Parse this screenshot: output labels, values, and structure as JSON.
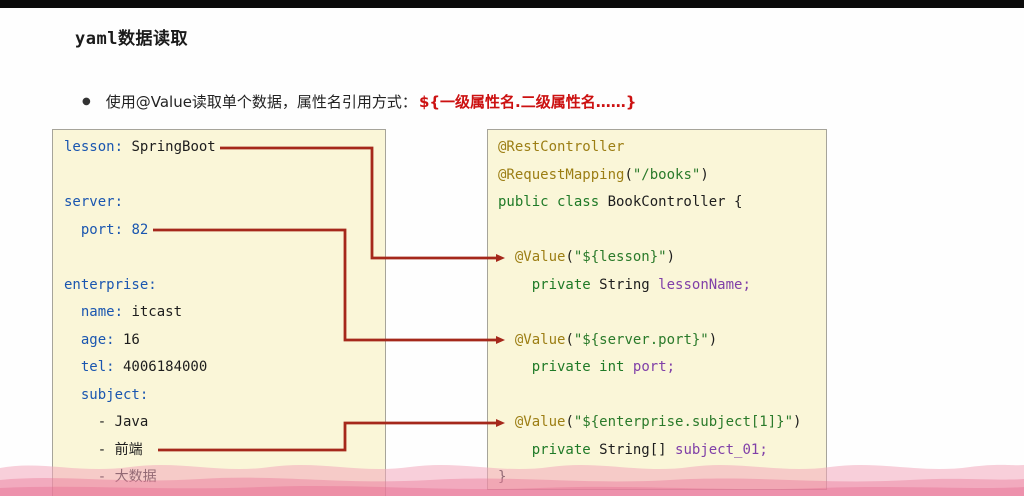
{
  "header": {
    "title": "yaml数据读取"
  },
  "bullet": {
    "marker": "●",
    "text": "使用@Value读取单个数据，属性名引用方式：",
    "highlight": "${一级属性名.二级属性名……}"
  },
  "yaml_panel": {
    "lines": [
      [
        [
          "key",
          "lesson:"
        ],
        [
          "plain",
          " SpringBoot"
        ]
      ],
      [],
      [
        [
          "key",
          "server:"
        ]
      ],
      [
        [
          "key",
          "  port:"
        ],
        [
          "num",
          " 82"
        ]
      ],
      [],
      [
        [
          "key",
          "enterprise:"
        ]
      ],
      [
        [
          "key",
          "  name:"
        ],
        [
          "plain",
          " itcast"
        ]
      ],
      [
        [
          "key",
          "  age:"
        ],
        [
          "plain",
          " 16"
        ]
      ],
      [
        [
          "key",
          "  tel:"
        ],
        [
          "plain",
          " 4006184000"
        ]
      ],
      [
        [
          "key",
          "  subject:"
        ]
      ],
      [
        [
          "plain",
          "    - Java"
        ]
      ],
      [
        [
          "plain",
          "    - 前端"
        ]
      ],
      [
        [
          "plain",
          "    - 大数据"
        ]
      ]
    ]
  },
  "java_panel": {
    "lines": [
      [
        [
          "ann",
          "@RestController"
        ]
      ],
      [
        [
          "ann",
          "@RequestMapping"
        ],
        [
          "plain",
          "("
        ],
        [
          "str",
          "\"/books\""
        ],
        [
          "plain",
          ")"
        ]
      ],
      [
        [
          "kw",
          "public class "
        ],
        [
          "plain",
          "BookController {"
        ]
      ],
      [],
      [
        [
          "plain",
          "  "
        ],
        [
          "ann",
          "@Value"
        ],
        [
          "plain",
          "("
        ],
        [
          "str",
          "\"${lesson}\""
        ],
        [
          "plain",
          ")"
        ]
      ],
      [
        [
          "plain",
          "    "
        ],
        [
          "kw",
          "private"
        ],
        [
          "plain",
          " String "
        ],
        [
          "field",
          "lessonName;"
        ]
      ],
      [],
      [
        [
          "plain",
          "  "
        ],
        [
          "ann",
          "@Value"
        ],
        [
          "plain",
          "("
        ],
        [
          "str",
          "\"${server.port}\""
        ],
        [
          "plain",
          ")"
        ]
      ],
      [
        [
          "plain",
          "    "
        ],
        [
          "kw",
          "private"
        ],
        [
          "plain",
          " "
        ],
        [
          "kw",
          "int"
        ],
        [
          "plain",
          " "
        ],
        [
          "field",
          "port;"
        ]
      ],
      [],
      [
        [
          "plain",
          "  "
        ],
        [
          "ann",
          "@Value"
        ],
        [
          "plain",
          "("
        ],
        [
          "str",
          "\"${enterprise.subject[1]}\""
        ],
        [
          "plain",
          ")"
        ]
      ],
      [
        [
          "plain",
          "    "
        ],
        [
          "kw",
          "private"
        ],
        [
          "plain",
          " String[] "
        ],
        [
          "field",
          "subject_01;"
        ]
      ],
      [
        [
          "plain",
          "}"
        ]
      ]
    ]
  },
  "colors": {
    "arrow_red": "#a5281b",
    "highlight_red": "#cc1111",
    "panel_background": "#faf6d8",
    "panel_border": "#a6a49a",
    "yaml_key_blue": "#1a56b0",
    "annotation_olive": "#9c7e14",
    "string_green": "#2a7a2a",
    "keyword_green": "#1f7a27",
    "field_purple": "#8040a8",
    "pink_band": "#f3a8bc"
  }
}
